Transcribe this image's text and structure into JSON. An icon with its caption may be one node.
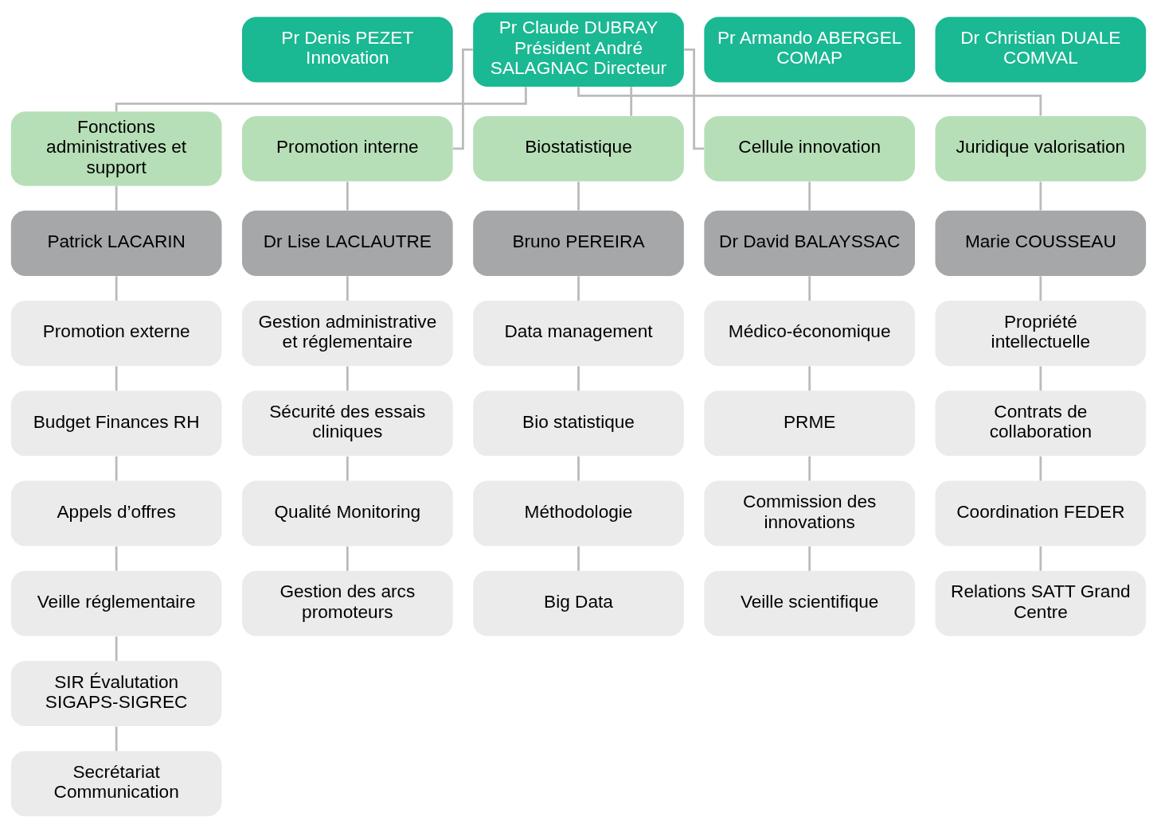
{
  "diagram": {
    "nodes": [
      {
        "text": [
          "Pr Denis PEZET Innovation"
        ]
      },
      {
        "text": [
          "Pr Claude DUBRAY Président André SALAGNAC Directeur"
        ]
      },
      {
        "text": [
          "Pr Armando ABERGEL COMAP"
        ]
      },
      {
        "text": [
          "Dr Christian DUALE COMVAL"
        ]
      },
      {
        "text": [
          "Fonctions administratives et support"
        ]
      },
      {
        "text": [
          "Patrick LACARIN"
        ]
      },
      {
        "text": [
          "Promotion externe"
        ]
      },
      {
        "text": [
          "Budget Finances RH"
        ]
      },
      {
        "text": [
          "Appels d’offres"
        ]
      },
      {
        "text": [
          "Veille réglementaire"
        ]
      },
      {
        "text": [
          "SIR Évalutation SIGAPS-SIGREC"
        ]
      },
      {
        "text": [
          "Secrétariat Communication"
        ]
      },
      {
        "text": [
          "Promotion interne"
        ]
      },
      {
        "text": [
          "Dr Lise LACLAUTRE"
        ]
      },
      {
        "text": [
          "Gestion administrative et réglementaire"
        ]
      },
      {
        "text": [
          "Sécurité des essais cliniques"
        ]
      },
      {
        "text": [
          "Qualité Monitoring"
        ]
      },
      {
        "text": [
          "Gestion des arcs promoteurs"
        ]
      },
      {
        "text": [
          "Biostatistique"
        ]
      },
      {
        "text": [
          "Bruno PEREIRA"
        ]
      },
      {
        "text": [
          "Data management"
        ]
      },
      {
        "text": [
          "Bio statistique"
        ]
      },
      {
        "text": [
          "Méthodologie"
        ]
      },
      {
        "text": [
          "Big Data"
        ]
      },
      {
        "text": [
          "Cellule innovation"
        ]
      },
      {
        "text": [
          "Dr David BALAYSSAC"
        ]
      },
      {
        "text": [
          "Médico-économique"
        ]
      },
      {
        "text": [
          "PRME"
        ]
      },
      {
        "text": [
          "Commission des innovations"
        ]
      },
      {
        "text": [
          "Veille scientifique"
        ]
      },
      {
        "text": [
          "Juridique valorisation"
        ]
      },
      {
        "text": [
          "Marie COUSSEAU"
        ]
      },
      {
        "text": [
          "Propriété intellectuelle"
        ]
      },
      {
        "text": [
          "Contrats de collaboration"
        ]
      },
      {
        "text": [
          "Coordination FEDER"
        ]
      },
      {
        "text": [
          "Relations SATT Grand Centre"
        ]
      }
    ],
    "edges": [
      {
        "from": 1,
        "to": 4,
        "arrow": "none"
      },
      {
        "from": 1,
        "to": 12,
        "arrow": "none"
      },
      {
        "from": 1,
        "to": 18,
        "arrow": "none"
      },
      {
        "from": 1,
        "to": 24,
        "arrow": "none"
      },
      {
        "from": 1,
        "to": 30,
        "arrow": "none"
      },
      {
        "from": 4,
        "to": 5,
        "arrow": "none"
      },
      {
        "from": 5,
        "to": 6,
        "arrow": "none"
      },
      {
        "from": 6,
        "to": 7,
        "arrow": "none"
      },
      {
        "from": 7,
        "to": 8,
        "arrow": "none"
      },
      {
        "from": 8,
        "to": 9,
        "arrow": "none"
      },
      {
        "from": 9,
        "to": 10,
        "arrow": "none"
      },
      {
        "from": 10,
        "to": 11,
        "arrow": "none"
      },
      {
        "from": 12,
        "to": 13,
        "arrow": "none"
      },
      {
        "from": 13,
        "to": 14,
        "arrow": "none"
      },
      {
        "from": 14,
        "to": 15,
        "arrow": "none"
      },
      {
        "from": 15,
        "to": 16,
        "arrow": "none"
      },
      {
        "from": 16,
        "to": 17,
        "arrow": "none"
      },
      {
        "from": 18,
        "to": 19,
        "arrow": "none"
      },
      {
        "from": 19,
        "to": 20,
        "arrow": "none"
      },
      {
        "from": 20,
        "to": 21,
        "arrow": "none"
      },
      {
        "from": 21,
        "to": 22,
        "arrow": "none"
      },
      {
        "from": 22,
        "to": 23,
        "arrow": "none"
      },
      {
        "from": 24,
        "to": 25,
        "arrow": "none"
      },
      {
        "from": 25,
        "to": 26,
        "arrow": "none"
      },
      {
        "from": 26,
        "to": 27,
        "arrow": "none"
      },
      {
        "from": 27,
        "to": 28,
        "arrow": "none"
      },
      {
        "from": 28,
        "to": 29,
        "arrow": "none"
      },
      {
        "from": 30,
        "to": 31,
        "arrow": "none"
      },
      {
        "from": 31,
        "to": 32,
        "arrow": "none"
      },
      {
        "from": 32,
        "to": 33,
        "arrow": "none"
      },
      {
        "from": 33,
        "to": 34,
        "arrow": "none"
      },
      {
        "from": 34,
        "to": 35,
        "arrow": "none"
      }
    ]
  }
}
